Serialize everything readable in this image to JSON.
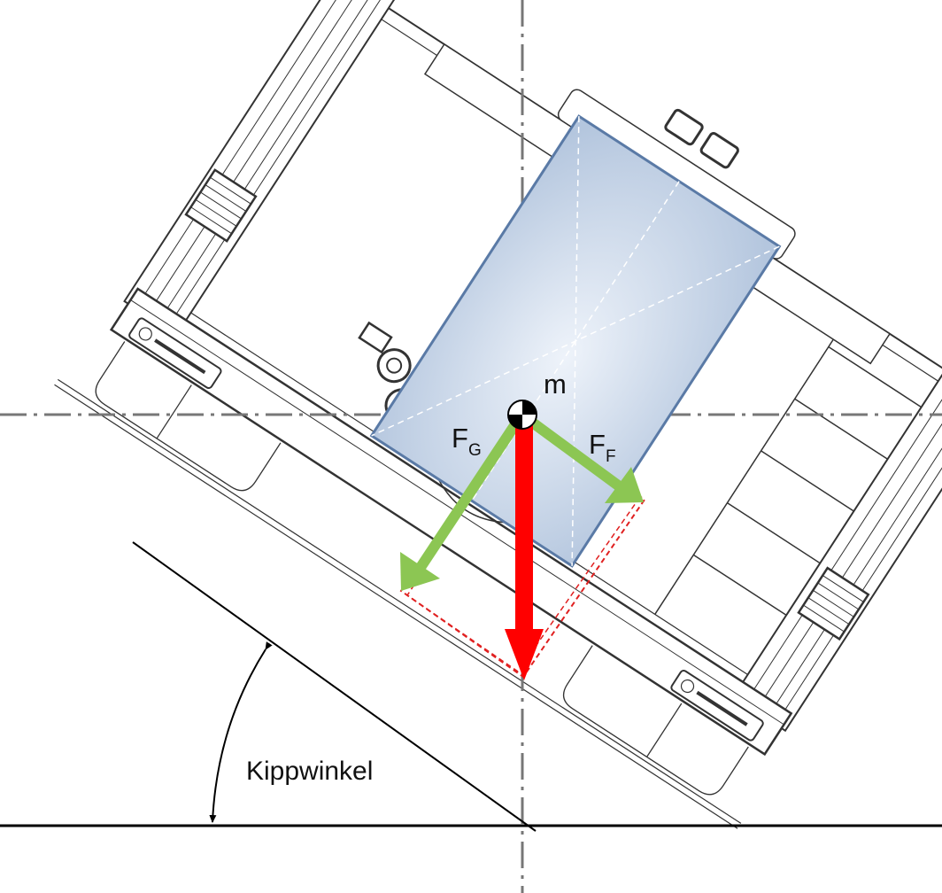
{
  "labels": {
    "mass": "m",
    "force_g_main": "F",
    "force_g_sub": "G",
    "force_f_main": "F",
    "force_f_sub": "F",
    "tilt_angle": "Kippwinkel"
  },
  "colors": {
    "weight_force": "#ff0000",
    "component_forces": "#8cc653",
    "force_parallelogram": "#e02020",
    "load_fill": "#c9d6e8",
    "load_border": "#5a7aa6",
    "reference_axes": "#777777",
    "machine_outline": "#333333",
    "ground": "#000000"
  },
  "icons": {
    "center_of_mass": "center-of-mass-icon",
    "brand_logo": "manufacturer-logo"
  },
  "tilt_angle_deg": 33
}
